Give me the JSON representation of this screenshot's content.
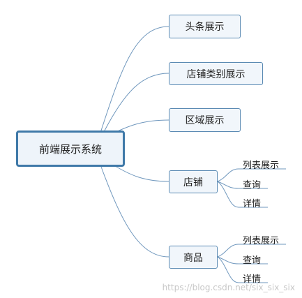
{
  "root": {
    "label": "前端展示系统"
  },
  "branches": [
    {
      "label": "头条展示"
    },
    {
      "label": "店铺类别展示"
    },
    {
      "label": "区域展示"
    },
    {
      "label": "店铺",
      "children": [
        "列表展示",
        "查询",
        "详情"
      ]
    },
    {
      "label": "商品",
      "children": [
        "列表展示",
        "查询",
        "详情"
      ]
    }
  ],
  "watermark": "https://blog.csdn.net/six_six_six",
  "colors": {
    "connector": "#6f97bd",
    "node_border": "#5a8ab3",
    "node_fill": "#f1f6fb",
    "root_border": "#3f79a8",
    "watermark": "#c8c8c8"
  }
}
